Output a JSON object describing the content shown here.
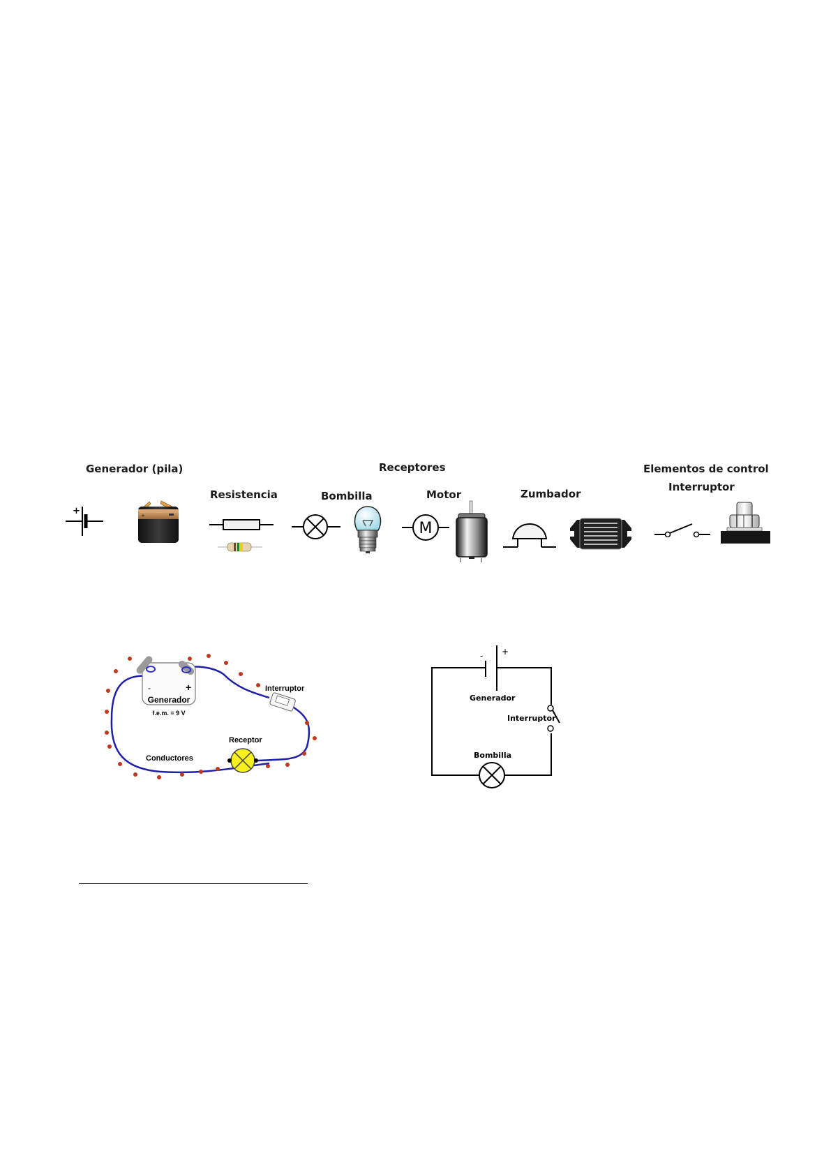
{
  "components_section": {
    "group_generator": "Generador (pila)",
    "group_receivers": "Receptores",
    "group_control": "Elementos de control",
    "items": {
      "resistance": "Resistencia",
      "bulb": "Bombilla",
      "motor": "Motor",
      "buzzer": "Zumbador",
      "switch": "Interruptor"
    },
    "battery_symbol_sign": "+",
    "motor_symbol_letter": "M"
  },
  "pictorial_circuit": {
    "generator_label": "Generador",
    "emf_label": "f.e.m. = 9 V",
    "minus_sign": "-",
    "plus_sign": "+",
    "switch_label": "Interruptor",
    "receiver_label": "Receptor",
    "conductors_label": "Conductores",
    "colors": {
      "wire": "#1f1fa8",
      "lamp": "#f5f01e",
      "electron": "#c0391b"
    }
  },
  "schematic_circuit": {
    "minus_sign": "-",
    "plus_sign": "+",
    "generator_label": "Generador",
    "switch_label": "Interruptor",
    "bulb_label": "Bombilla"
  }
}
